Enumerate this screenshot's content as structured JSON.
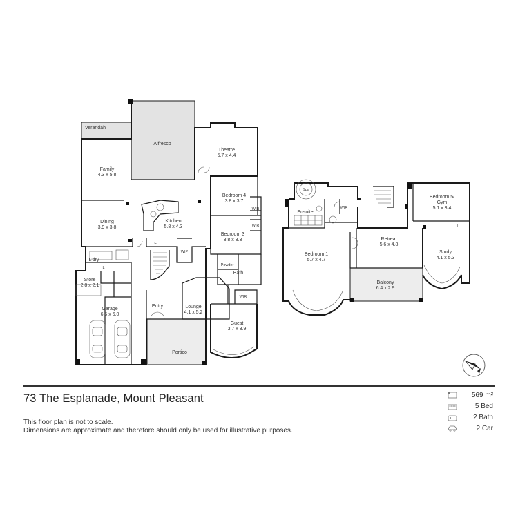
{
  "rooms_ground": {
    "verandah": "Verandah",
    "alfresco": "Alfresco",
    "theatre": "Theatre",
    "theatre_dim": "5.7 x 4.4",
    "family": "Family",
    "family_dim": "4.3 x 5.8",
    "bedroom4": "Bedroom 4",
    "bedroom4_dim": "3.8 x 3.7",
    "wir_a": "WIR",
    "wir_b": "WIR",
    "dining": "Dining",
    "dining_dim": "3.9 x 3.8",
    "kitchen": "Kitchen",
    "kitchen_dim": "5.8 x 4.3",
    "bedroom3": "Bedroom 3",
    "bedroom3_dim": "3.8 x 3.3",
    "fridge": "F",
    "wip": "WIP",
    "laundry": "L'dry",
    "linen": "L",
    "powder": "Powder",
    "bath": "Bath",
    "store": "Store",
    "store_dim": "2.8 x 2.1",
    "wir_c": "WIR",
    "entry": "Entry",
    "lounge": "Lounge",
    "lounge_dim": "4.1 x 5.2",
    "garage": "Garage",
    "garage_dim": "6.5 x 6.0",
    "guest": "Guest",
    "guest_dim": "3.7 x 3.9",
    "portico": "Portico"
  },
  "rooms_upper": {
    "spa": "Spa",
    "ensuite": "Ensuite",
    "wir": "WIR",
    "bedroom5": "Bedroom 5/",
    "gym": "Gym",
    "bedroom5_dim": "5.1 x 3.4",
    "linen": "L",
    "retreat": "Retreat",
    "retreat_dim": "5.6 x 4.8",
    "bedroom1": "Bedroom 1",
    "bedroom1_dim": "5.7 x 4.7",
    "study": "Study",
    "study_dim": "4.1 x 5.3",
    "balcony": "Balcony",
    "balcony_dim": "6.4 x 2.9"
  },
  "footer": {
    "address": "73 The Esplanade, Mount Pleasant",
    "disclaimer_1": "This floor plan is not to scale.",
    "disclaimer_2": "Dimensions are approximate and therefore should only be used for illustrative purposes."
  },
  "stats": {
    "area": "569 m²",
    "beds": "5 Bed",
    "baths": "2 Bath",
    "cars": "2 Car"
  },
  "icons": [
    "compass-icon",
    "area-icon",
    "bed-icon",
    "bath-icon",
    "car-icon"
  ]
}
